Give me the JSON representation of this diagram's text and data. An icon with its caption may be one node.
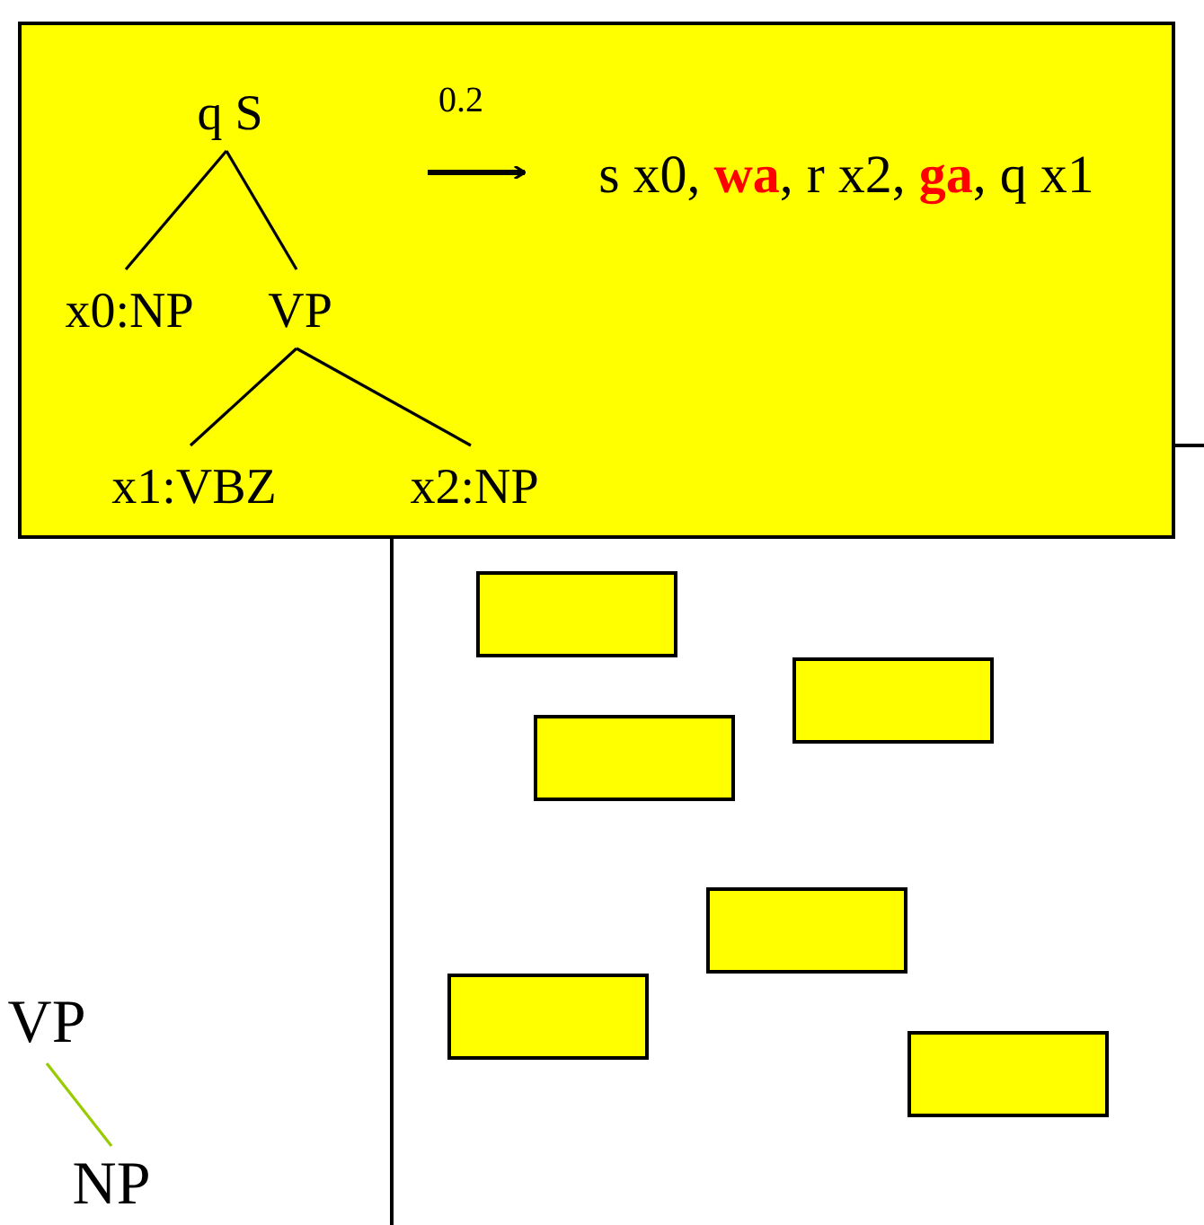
{
  "diagram": {
    "nodes": [
      {
        "text": [],
        "shape": "box"
      },
      {
        "text": [
          "q S"
        ],
        "in": 0
      },
      {
        "text": [
          "x0:NP"
        ],
        "in": 0
      },
      {
        "text": [
          "VP"
        ],
        "in": 0
      },
      {
        "text": [
          "x1:VBZ"
        ],
        "in": 0
      },
      {
        "text": [
          "x2:NP"
        ],
        "in": 0
      },
      {
        "text": [
          "s x0, **wa**, r x2, **ga**, q x1"
        ],
        "in": 0
      },
      {
        "text": [],
        "shape": "box"
      },
      {
        "text": [],
        "shape": "box"
      },
      {
        "text": [],
        "shape": "box"
      },
      {
        "text": [],
        "shape": "box"
      },
      {
        "text": [],
        "shape": "box"
      },
      {
        "text": [],
        "shape": "box"
      },
      {
        "text": [
          "VP"
        ]
      },
      {
        "text": [
          "NP"
        ]
      }
    ],
    "edges": [
      {
        "from": 1,
        "to": 2,
        "arrow": "none"
      },
      {
        "from": 1,
        "to": 3,
        "arrow": "none"
      },
      {
        "from": 3,
        "to": 4,
        "arrow": "none"
      },
      {
        "from": 3,
        "to": 5,
        "arrow": "none"
      },
      {
        "from": null,
        "to": 6,
        "arrow": "to",
        "label": "0.2"
      },
      {
        "from": 13,
        "to": 14,
        "arrow": "none",
        "color": "#99cc00"
      }
    ]
  }
}
